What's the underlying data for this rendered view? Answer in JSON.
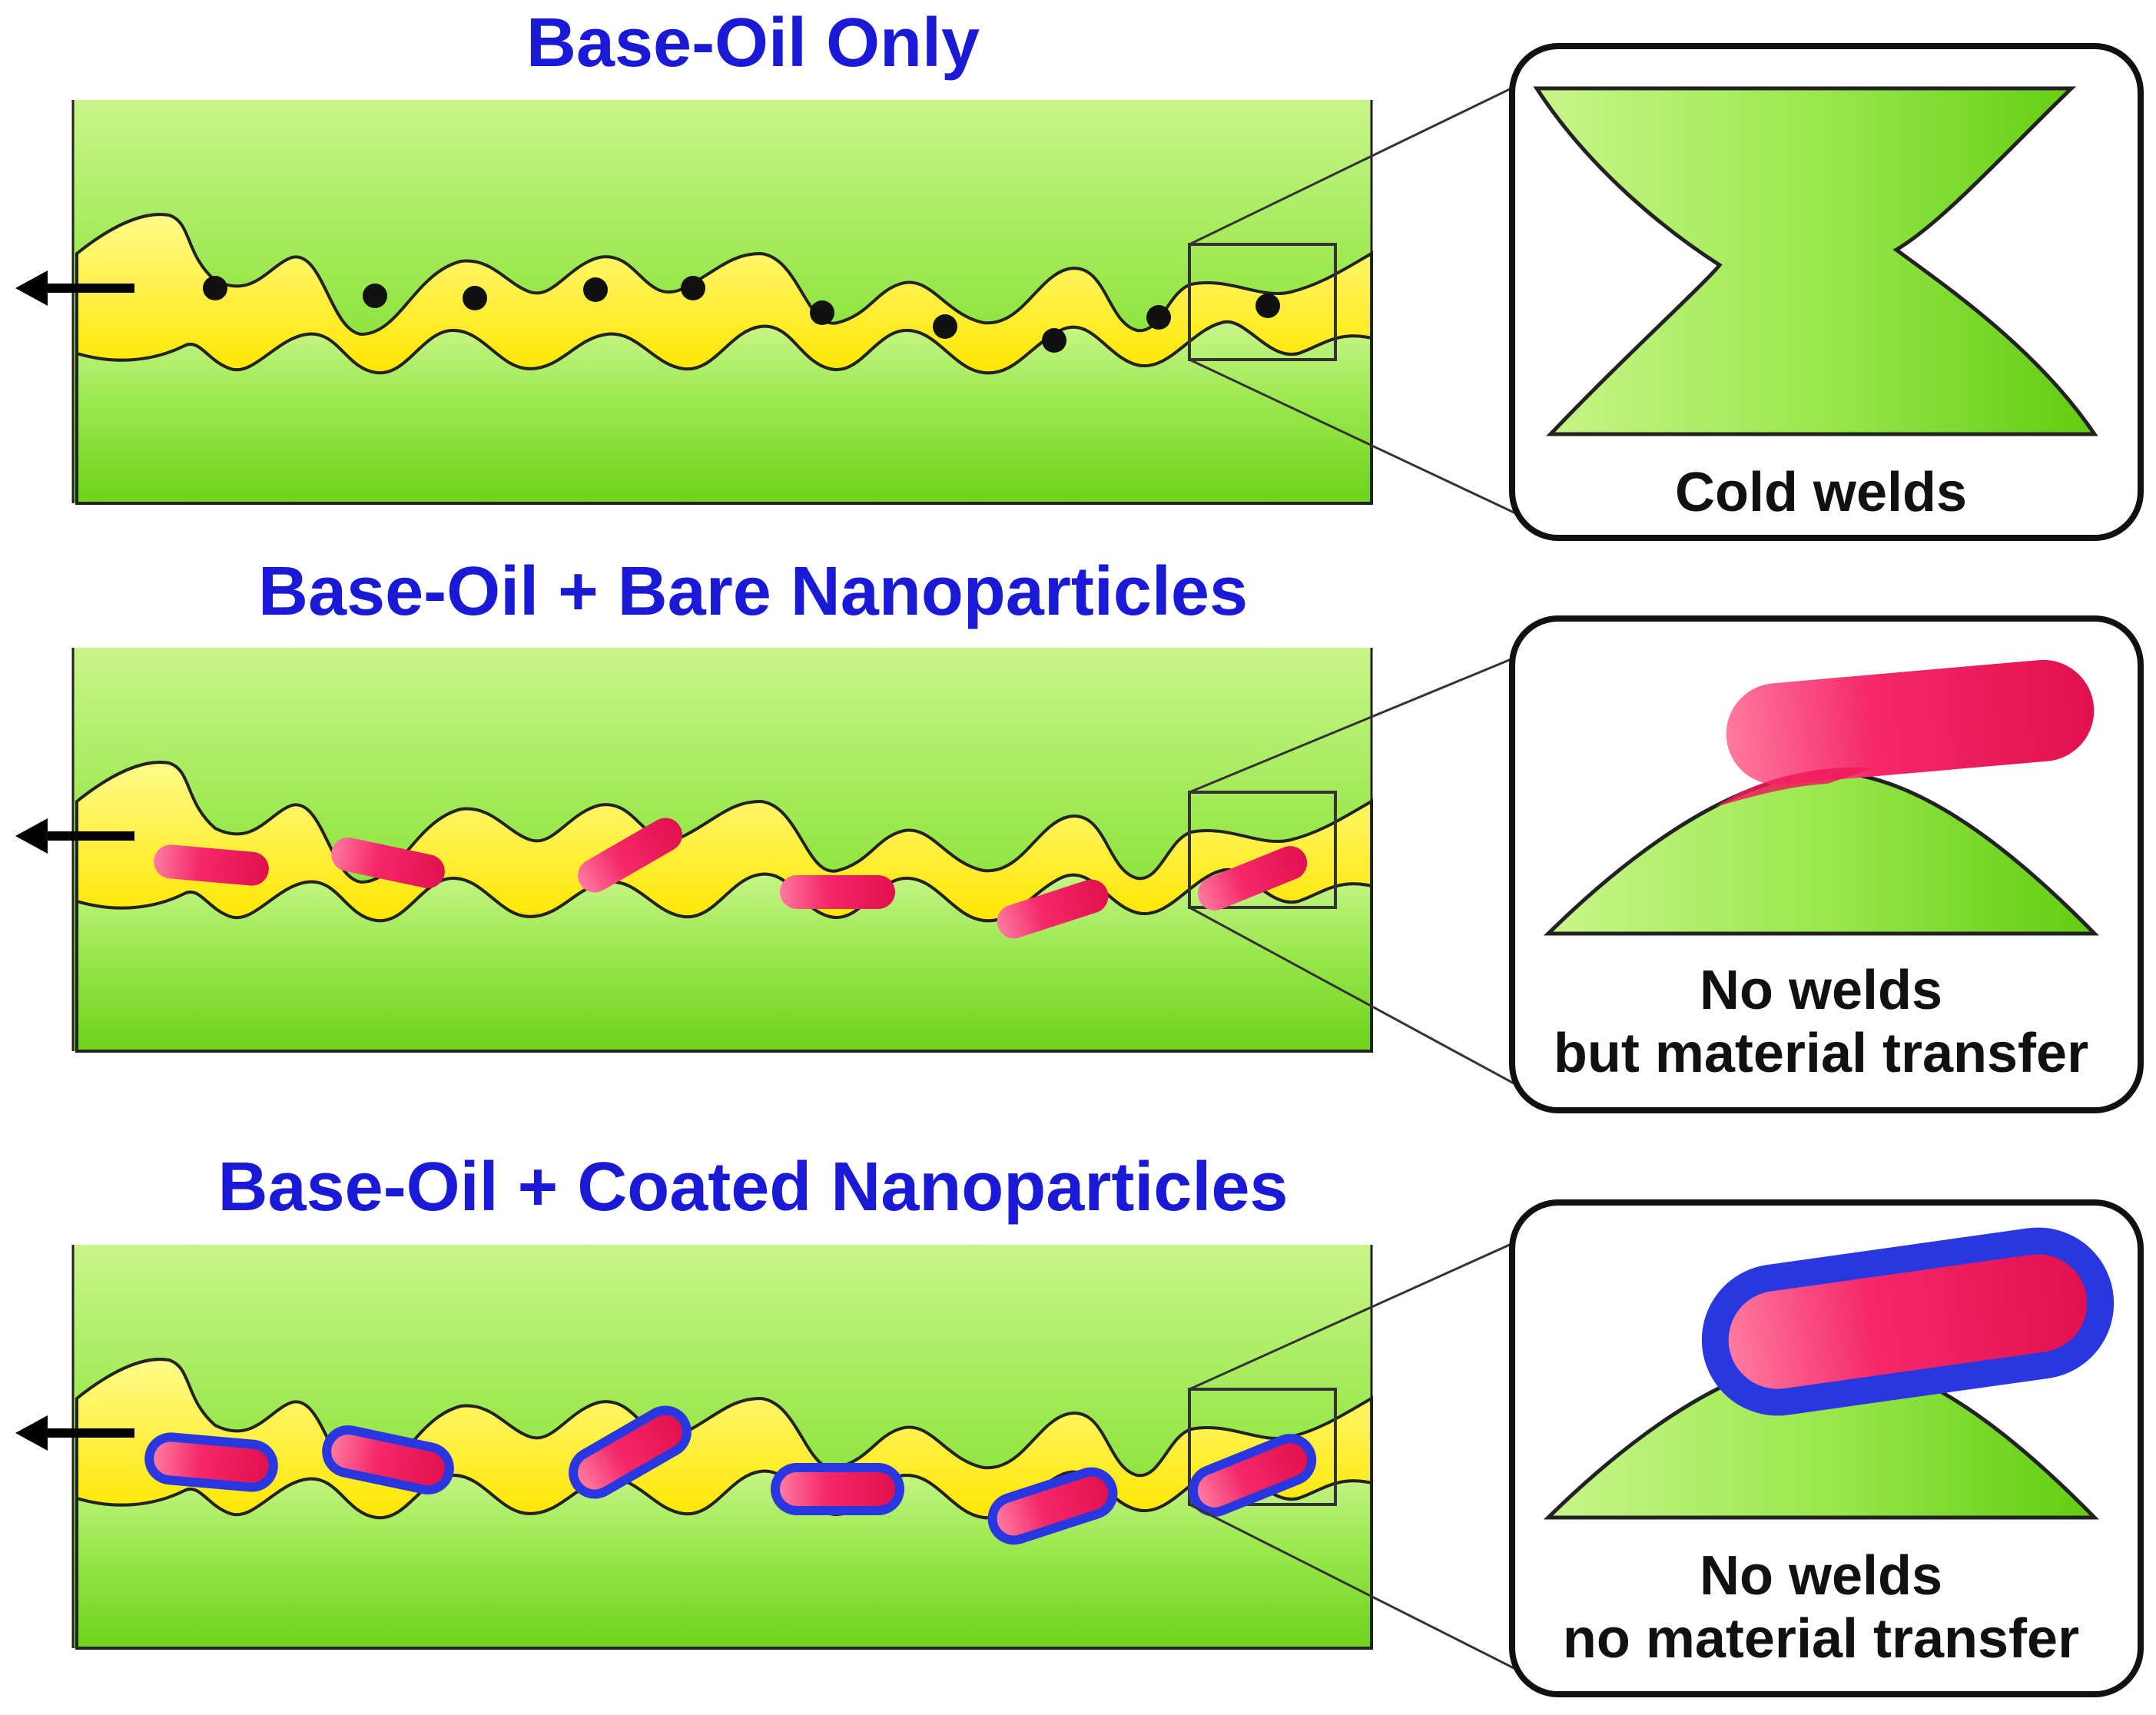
{
  "colors": {
    "title": "#1a1ad6",
    "metal_light": "#c9f58a",
    "metal_mid": "#9ae84e",
    "metal_dark": "#6fd21a",
    "lubricant": "#fff200",
    "particle": "#f0195a",
    "particle_light": "#ff6e96",
    "coating": "#2a36e0",
    "outline": "#222222"
  },
  "panels": [
    {
      "title": "Base-Oil Only",
      "particle_kind": "none",
      "caption_lines": [
        "Cold welds"
      ]
    },
    {
      "title": "Base-Oil + Bare Nanoparticles",
      "particle_kind": "bare",
      "caption_lines": [
        "No welds",
        "but material transfer"
      ]
    },
    {
      "title": "Base-Oil + Coated Nanoparticles",
      "particle_kind": "coated",
      "caption_lines": [
        "No welds",
        "no material transfer"
      ]
    }
  ],
  "icons": {
    "motion": "arrow-left-icon",
    "weld": "weld-junction-icon",
    "nanoparticle": "nanoparticle-rod-icon"
  }
}
